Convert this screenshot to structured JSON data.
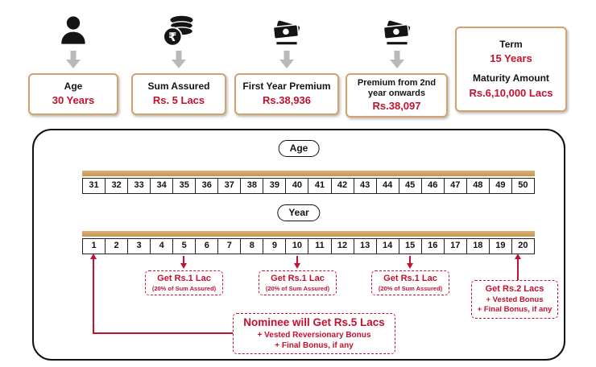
{
  "colors": {
    "accent_gold": "#D2A46B",
    "accent_red": "#C3112F",
    "arrow_gray": "#B9B9B9"
  },
  "summary_cards": [
    {
      "icon": "person-icon",
      "title": "Age",
      "value": "30 Years"
    },
    {
      "icon": "rupee-coins-icon",
      "title": "Sum Assured",
      "value": "Rs. 5 Lacs"
    },
    {
      "icon": "banknote-icon",
      "title": "First Year Premium",
      "value": "Rs.38,936"
    },
    {
      "icon": "banknote-icon",
      "title": "Premium from 2nd year onwards",
      "value": "Rs.38,097"
    }
  ],
  "term_card": {
    "term_label": "Term",
    "term_value": "15 Years",
    "maturity_label": "Maturity Amount",
    "maturity_value": "Rs.6,10,000 Lacs"
  },
  "timeline": {
    "age_pill": "Age",
    "ages": [
      "31",
      "32",
      "33",
      "34",
      "35",
      "36",
      "37",
      "38",
      "39",
      "40",
      "41",
      "42",
      "43",
      "44",
      "45",
      "46",
      "47",
      "48",
      "49",
      "50"
    ],
    "year_pill": "Year",
    "years": [
      "1",
      "2",
      "3",
      "4",
      "5",
      "6",
      "7",
      "8",
      "9",
      "10",
      "11",
      "12",
      "13",
      "14",
      "15",
      "16",
      "17",
      "18",
      "19",
      "20"
    ],
    "survival_payouts": [
      {
        "year": "5",
        "line1": "Get Rs.1 Lac",
        "line2": "(20% of Sum Assured)"
      },
      {
        "year": "10",
        "line1": "Get Rs.1 Lac",
        "line2": "(20% of Sum Assured)"
      },
      {
        "year": "15",
        "line1": "Get Rs.1 Lac",
        "line2": "(20% of Sum Assured)"
      }
    ],
    "maturity_payout": {
      "line1": "Get Rs.2 Lacs",
      "line2": "+ Vested Bonus",
      "line3": "+ Final Bonus, if any"
    },
    "death_benefit": {
      "line1": "Nominee will Get Rs.5 Lacs",
      "line2": "+ Vested Reversionary Bonus",
      "line3": "+ Final Bonus, if any"
    }
  }
}
